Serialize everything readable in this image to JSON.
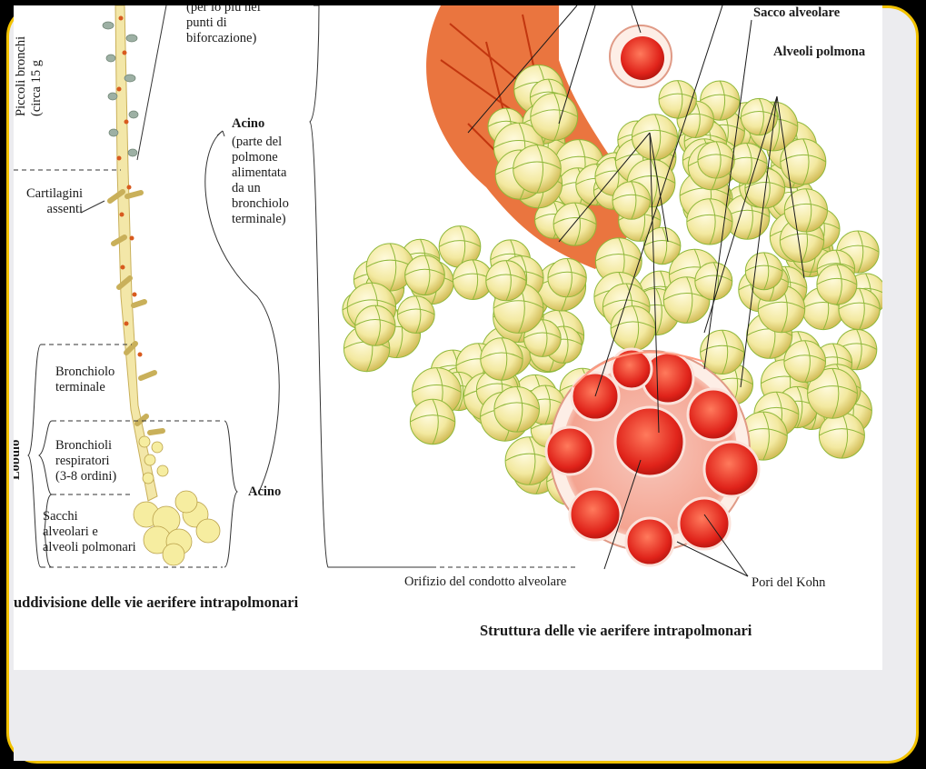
{
  "colors": {
    "frame": "#f2c200",
    "background": "#000000",
    "panel": "#ffffff",
    "alveolus_fill": "#f6eda0",
    "alveolus_net": "#8fb83a",
    "sac_red": "#e0231a",
    "bronchiole": "#f3e7a8",
    "cartilage": "#d85a1e"
  },
  "left": {
    "rotated_top": "Piccoli bronchi\n(circa 15 g",
    "top_note": "(per lo più nei\npunti di\nbiforcazione)",
    "cartilagini": "Cartilagini\nassenti",
    "acino_title": "Acino",
    "acino_desc": "(parte del\npolmone\nalimentata\nda un\nbronchiolo\nterminale)",
    "bronchiolo_terminale": "Bronchiolo\nterminale",
    "bronchioli_respiratori": "Bronchioli\nrespiratori\n(3-8 ordini)",
    "sacchi": "Sacchi\nalveolari e\nalveoli polmonari",
    "lobulo": "Lobulo",
    "acino_bracket": "Acino",
    "caption": "uddivisione delle vie aerifere intrapolmonari"
  },
  "right": {
    "sacco_alveolare": "Sacco alveolare",
    "alveoli_polmonari": "Alveoli polmona",
    "orifizio": "Orifizio del condotto alveolare",
    "pori_kohn": "Pori del Kohn",
    "caption": "Struttura delle vie aerifere intrapolmonari"
  }
}
